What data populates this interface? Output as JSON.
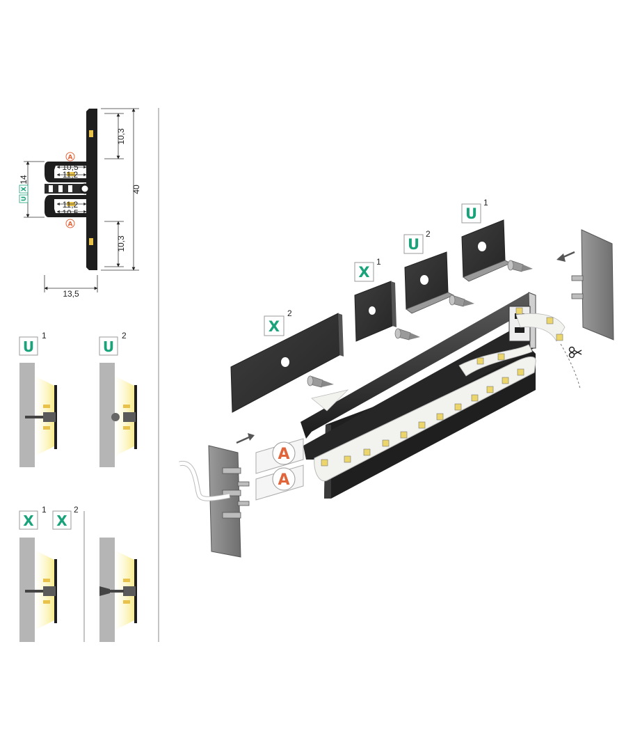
{
  "colors": {
    "profile": "#1e1e1e",
    "profile_side": "#3a3a3a",
    "accent_green": "#1aa37a",
    "accent_orange": "#e0653a",
    "wall_gray": "#b5b5b5",
    "led_yellow": "#f4e27a",
    "cap_gray": "#8a8a8a"
  },
  "dimensions": {
    "top_height": "10,3",
    "bottom_height": "10,3",
    "total_height": "40",
    "inner_upper_outer": "10,5",
    "inner_upper_inner": "11,2",
    "inner_lower_inner": "11,2",
    "inner_lower_outer": "10,5",
    "width": "13,5",
    "channel_height": "14"
  },
  "profile_badges": {
    "u": "U",
    "x": "X",
    "a_upper": "A",
    "a_lower": "A"
  },
  "mount_panels": {
    "u1": {
      "letter": "U",
      "index": "1"
    },
    "u2": {
      "letter": "U",
      "index": "2"
    },
    "x1": {
      "letter": "X",
      "index": "1"
    },
    "x2": {
      "letter": "X",
      "index": "2"
    }
  },
  "exploded": {
    "x2": {
      "letter": "X",
      "index": "2"
    },
    "x1": {
      "letter": "X",
      "index": "1"
    },
    "u2": {
      "letter": "U",
      "index": "2"
    },
    "u1": {
      "letter": "U",
      "index": "1"
    },
    "a_upper": "A",
    "a_lower": "A"
  },
  "icons": [
    "arrow-icon",
    "scissors-icon",
    "screw-icon",
    "led-chip-icon"
  ]
}
